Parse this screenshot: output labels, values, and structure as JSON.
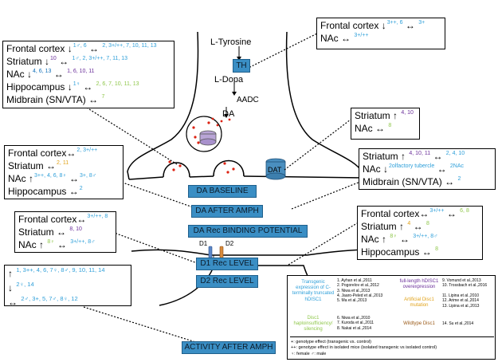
{
  "pathway": {
    "tyrosine": "L-Tyrosine",
    "th": "TH",
    "dopa": "L-Dopa",
    "aadc": "AADC",
    "da": "DA",
    "dat": "DAT",
    "d1": "D1",
    "d2": "D2"
  },
  "labels": {
    "baseline": "DA BASELINE",
    "after_amph": "DA AFTER AMPH",
    "binding": "DA Rec BINDING POTENTIAL",
    "d1_level": "D1 Rec LEVEL",
    "d2_level": "D2 Rec LEVEL",
    "activity": "ACTIVITY AFTER AMPH"
  },
  "box_baseline": {
    "frontal": {
      "name": "Frontal cortex",
      "arrow": "↓",
      "sup1": "1♂, 6",
      "arrow2": "↔",
      "sup2": "2, 3+/++, 7, 10, 11, 13"
    },
    "striatum": {
      "name": "Striatum",
      "arrow": "↓",
      "sup1": "10",
      "arrow2": "↔",
      "sup2": "1♂, 2, 3+/++, 7, 11, 13"
    },
    "nac": {
      "name": "NAc",
      "arrow": "↓",
      "sup1": "4, 6, 13",
      "arrow2": "↔",
      "sup2": "1, 6, 10, 11"
    },
    "hippocampus": {
      "name": "Hippocampus",
      "arrow": "↓",
      "sup1": "1♀",
      "arrow2": "↔",
      "sup2": "2, 6, 7, 10, 11, 13"
    },
    "midbrain": {
      "name": "Midbrain (SN/VTA)",
      "arrow": "↔",
      "sup1": "7"
    }
  },
  "box_th": {
    "frontal": {
      "name": "Frontal cortex",
      "arrow": "↓",
      "sup1": "3++, 6",
      "arrow2": "↔",
      "sup2": "3+"
    },
    "nac": {
      "name": "NAc",
      "arrow": "↔",
      "sup1": "3+/++"
    }
  },
  "box_dat": {
    "striatum": {
      "name": "Striatum",
      "arrow": "↑",
      "sup1": "4, 10"
    },
    "nac": {
      "name": "NAc",
      "arrow": "↔",
      "sup1": "8"
    }
  },
  "box_amph": {
    "frontal": {
      "name": "Frontal cortex",
      "arrow": "↔",
      "sup1": "2, 3+/++"
    },
    "striatum": {
      "name": "Striatum",
      "arrow": "↔",
      "sup1": "2, 11"
    },
    "nac": {
      "name": "NAc",
      "arrow": "↑",
      "sup1": "3++, 4, 6, 8♀",
      "arrow2": "↔",
      "sup2": "3+, 8♂"
    },
    "hippocampus": {
      "name": "Hippocampus",
      "arrow": "↔",
      "sup1": "2"
    }
  },
  "box_binding": {
    "striatum": {
      "name": "Striatum",
      "arrow": "↑",
      "sup1": "4, 10, 11",
      "arrow2": "↔",
      "sup2": "2, 4, 10"
    },
    "nac": {
      "name": "NAc",
      "arrow": "↓",
      "sup1": "2olfactory tubercle",
      "arrow2": "↔",
      "sup2": "2NAc"
    },
    "midbrain": {
      "name": "Midbrain (SN/VTA)",
      "arrow": "↔",
      "sup1": "2"
    }
  },
  "box_d1": {
    "frontal": {
      "name": "Frontal cortex",
      "arrow": "↔",
      "sup1": "3+/++, 8"
    },
    "striatum": {
      "name": "Striatum",
      "arrow": "↔",
      "sup1": "8, 10"
    },
    "nac": {
      "name": "NAc",
      "arrow": "↑",
      "sup1": "8♀",
      "arrow2": "↔",
      "sup2": "3+/++, 8♂"
    }
  },
  "box_d2": {
    "frontal": {
      "name": "Frontal cortex",
      "arrow": "↔",
      "sup1": "3+/++",
      "arrow2": "↔",
      "sup2": "6, 8"
    },
    "striatum": {
      "name": "Striatum",
      "arrow": "↑",
      "sup1": "4",
      "arrow2": "↔",
      "sup2": "8"
    },
    "nac": {
      "name": "NAc",
      "arrow": "↑",
      "sup1": "8♀",
      "arrow2": "↔",
      "sup2": "3+/++, 8♂"
    },
    "hippocampus": {
      "name": "Hippocampus",
      "arrow": "↔",
      "sup1": "8"
    }
  },
  "box_activity": {
    "up": {
      "arrow": "↑",
      "sup": "1, 3++, 4, 6, 7♀, 8♂, 9, 10, 11, 14"
    },
    "down": {
      "arrow": "↓",
      "sup": "2♀, 14"
    },
    "flat": {
      "arrow": "↔",
      "sup": "2♂, 3+, 5, 7♂, 8♀, 12"
    }
  },
  "legend": {
    "transgenic": "Transgenic expression of C-terminally truncated hDISC1",
    "fulllength": "full-length hDISC1 overexpression",
    "artificial": "Artificial Disc1 mutation",
    "haplo": "Disc1 haploinsufficiency/ silencing",
    "wildtype": "Wildtype Disc1",
    "refs_a": [
      "1. Ayhan et al.,2011",
      "2. Pogorelov et al.,2012",
      "3. Niwa et al.,2013",
      "4. Jaaro-Peled et al.,2013",
      "5. Ma et al.,2013"
    ],
    "refs_b": [
      "9. Vomund et al.,2013",
      "10. Trossbach et al.,2016"
    ],
    "refs_c": [
      "11. Lipina et al.,2010",
      "12. Arime et al.,2014",
      "13. Lipina et al.,2013"
    ],
    "refs_d": [
      "6. Niwa et al.,2010",
      "7. Kuroda et al.,2011",
      "8. Nakai et al.,2014"
    ],
    "refs_e": [
      "14. Su et al.,2014"
    ],
    "foot1": "+: genotype effect (transgenic vs. control)",
    "foot2": "++: genotype effect in isolated mice (isolated transgenic vs isolated control)",
    "foot3": "♀: female ♂: male"
  }
}
